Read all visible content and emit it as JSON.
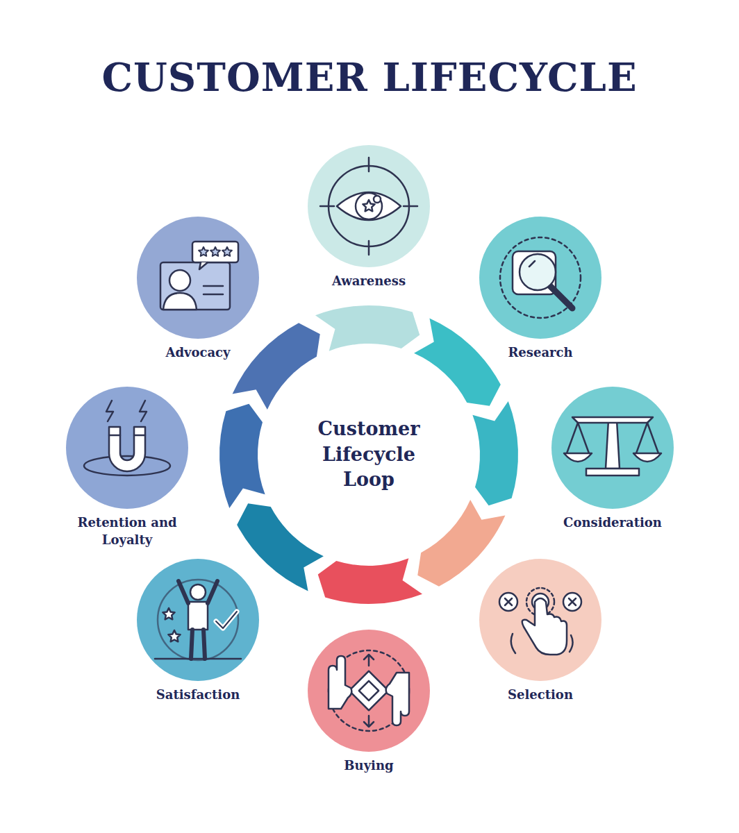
{
  "diagram": {
    "title": "CUSTOMER LIFECYCLE",
    "nodes": [
      {
        "text": [
          "Awareness"
        ]
      },
      {
        "text": [
          "Research"
        ]
      },
      {
        "text": [
          "Consideration"
        ]
      },
      {
        "text": [
          "Selection"
        ]
      },
      {
        "text": [
          "Buying"
        ]
      },
      {
        "text": [
          "Satisfaction"
        ]
      },
      {
        "text": [
          "Retention and Loyalty"
        ]
      },
      {
        "text": [
          "Advocacy"
        ]
      },
      {
        "text": [
          "Customer Lifecycle Loop"
        ]
      }
    ]
  }
}
